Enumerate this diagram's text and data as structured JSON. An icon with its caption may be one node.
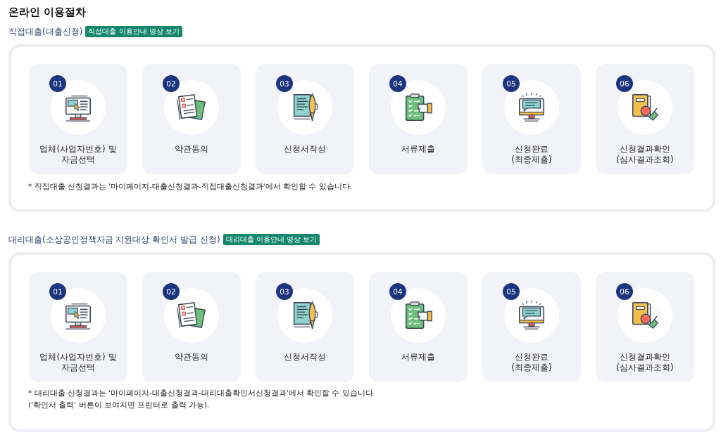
{
  "diagram": {
    "title": "온라인 이용절차",
    "nodes": [
      {
        "text": [
          "직접대출(대출신청)",
          "* 직접대출 신청결과는 '마이페이지-대출신청결과-직접대출신청결과'에서 확인할 수 있습니다."
        ],
        "beside": [
          "직접대출 이용안내 영상 보기"
        ]
      },
      {
        "text": [
          "01",
          "업체(사업자번호) 및 자금선택"
        ],
        "in": 0
      },
      {
        "text": [
          "02",
          "약관동의"
        ],
        "in": 0
      },
      {
        "text": [
          "03",
          "신청서작성"
        ],
        "in": 0
      },
      {
        "text": [
          "04",
          "서류제출"
        ],
        "in": 0
      },
      {
        "text": [
          "05",
          "신청완료",
          "(최종제출)"
        ],
        "in": 0
      },
      {
        "text": [
          "06",
          "신청결과확인",
          "(심사결과조회)"
        ],
        "in": 0
      },
      {
        "text": [
          "대리대출(소상공인정책자금 지원대상 확인서 발급 신청)",
          "* 대리대출 신청결과는 '마이페이지-대출신청결과-대리대출확인서신청결과'에서 확인할 수 있습니다",
          "('확인서 출력' 버튼이 보여지면 프린터로 출력 가능)."
        ],
        "beside": [
          "대리대출 이용안내 영상 보기"
        ]
      },
      {
        "text": [
          "01",
          "업체(사업자번호) 및 자금선택"
        ],
        "in": 7
      },
      {
        "text": [
          "02",
          "약관동의"
        ],
        "in": 7
      },
      {
        "text": [
          "03",
          "신청서작성"
        ],
        "in": 7
      },
      {
        "text": [
          "04",
          "서류제출"
        ],
        "in": 7
      },
      {
        "text": [
          "05",
          "신청완료",
          "(최종제출)"
        ],
        "in": 7
      },
      {
        "text": [
          "06",
          "신청결과확인",
          "(심사결과조회)"
        ],
        "in": 7
      }
    ]
  }
}
